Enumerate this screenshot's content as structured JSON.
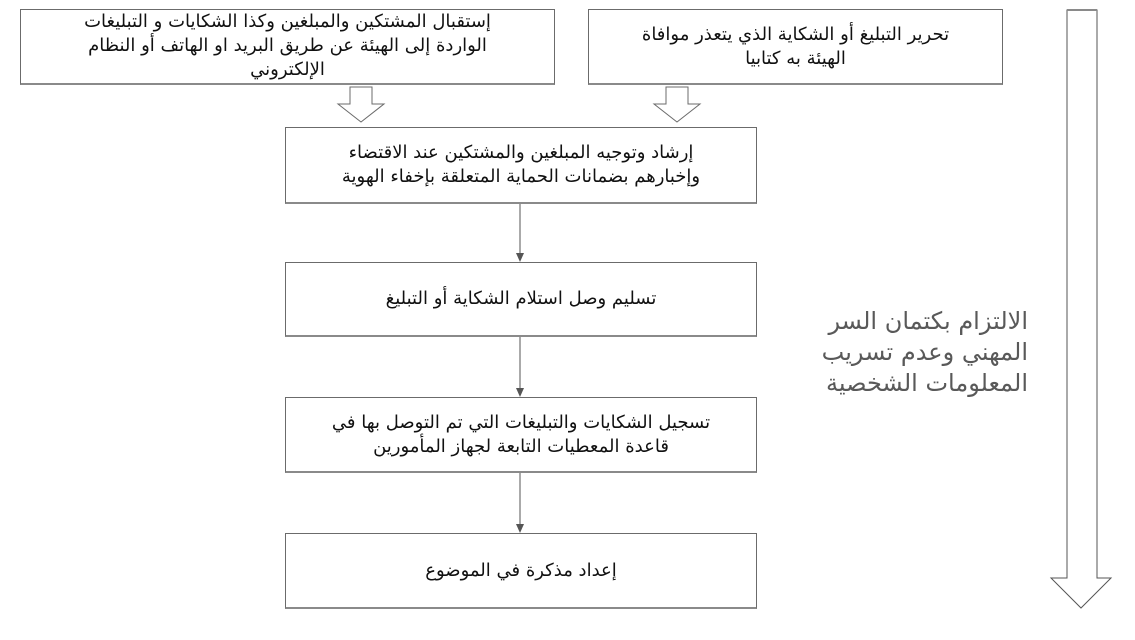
{
  "diagram": {
    "type": "flowchart",
    "direction": "rtl",
    "colors": {
      "border": "#6b6b6b",
      "arrow": "#555555",
      "side_text": "#595959",
      "text": "#111111"
    },
    "top_boxes": [
      {
        "id": "intake",
        "lines": [
          "إستقبال المشتكين والمبلغين وكذا الشكايات و التبليغات",
          "الواردة إلى الهيئة عن طريق البريد او الهاتف أو النظام",
          "الإلكتروني"
        ]
      },
      {
        "id": "written",
        "lines": [
          "تحرير التبليغ أو الشكاية الذي يتعذر موافاة",
          "الهيئة به كتابيا"
        ]
      }
    ],
    "steps": [
      {
        "id": "guidance",
        "lines": [
          "إرشاد وتوجيه المبلغين والمشتكين عند الاقتضاء",
          "وإخبارهم بضمانات الحماية المتعلقة بإخفاء الهوية"
        ]
      },
      {
        "id": "receipt",
        "lines": [
          "تسليم وصل استلام الشكاية أو التبليغ"
        ]
      },
      {
        "id": "register",
        "lines": [
          "تسجيل الشكايات والتبليغات التي تم التوصل بها في",
          "قاعدة المعطيات التابعة لجهاز المأمورين"
        ]
      },
      {
        "id": "memo",
        "lines": [
          "إعداد مذكرة في الموضوع"
        ]
      }
    ],
    "side_note": {
      "lines": [
        "الالتزام بكتمان السر",
        "المهني وعدم تسريب",
        "المعلومات الشخصية"
      ]
    }
  }
}
